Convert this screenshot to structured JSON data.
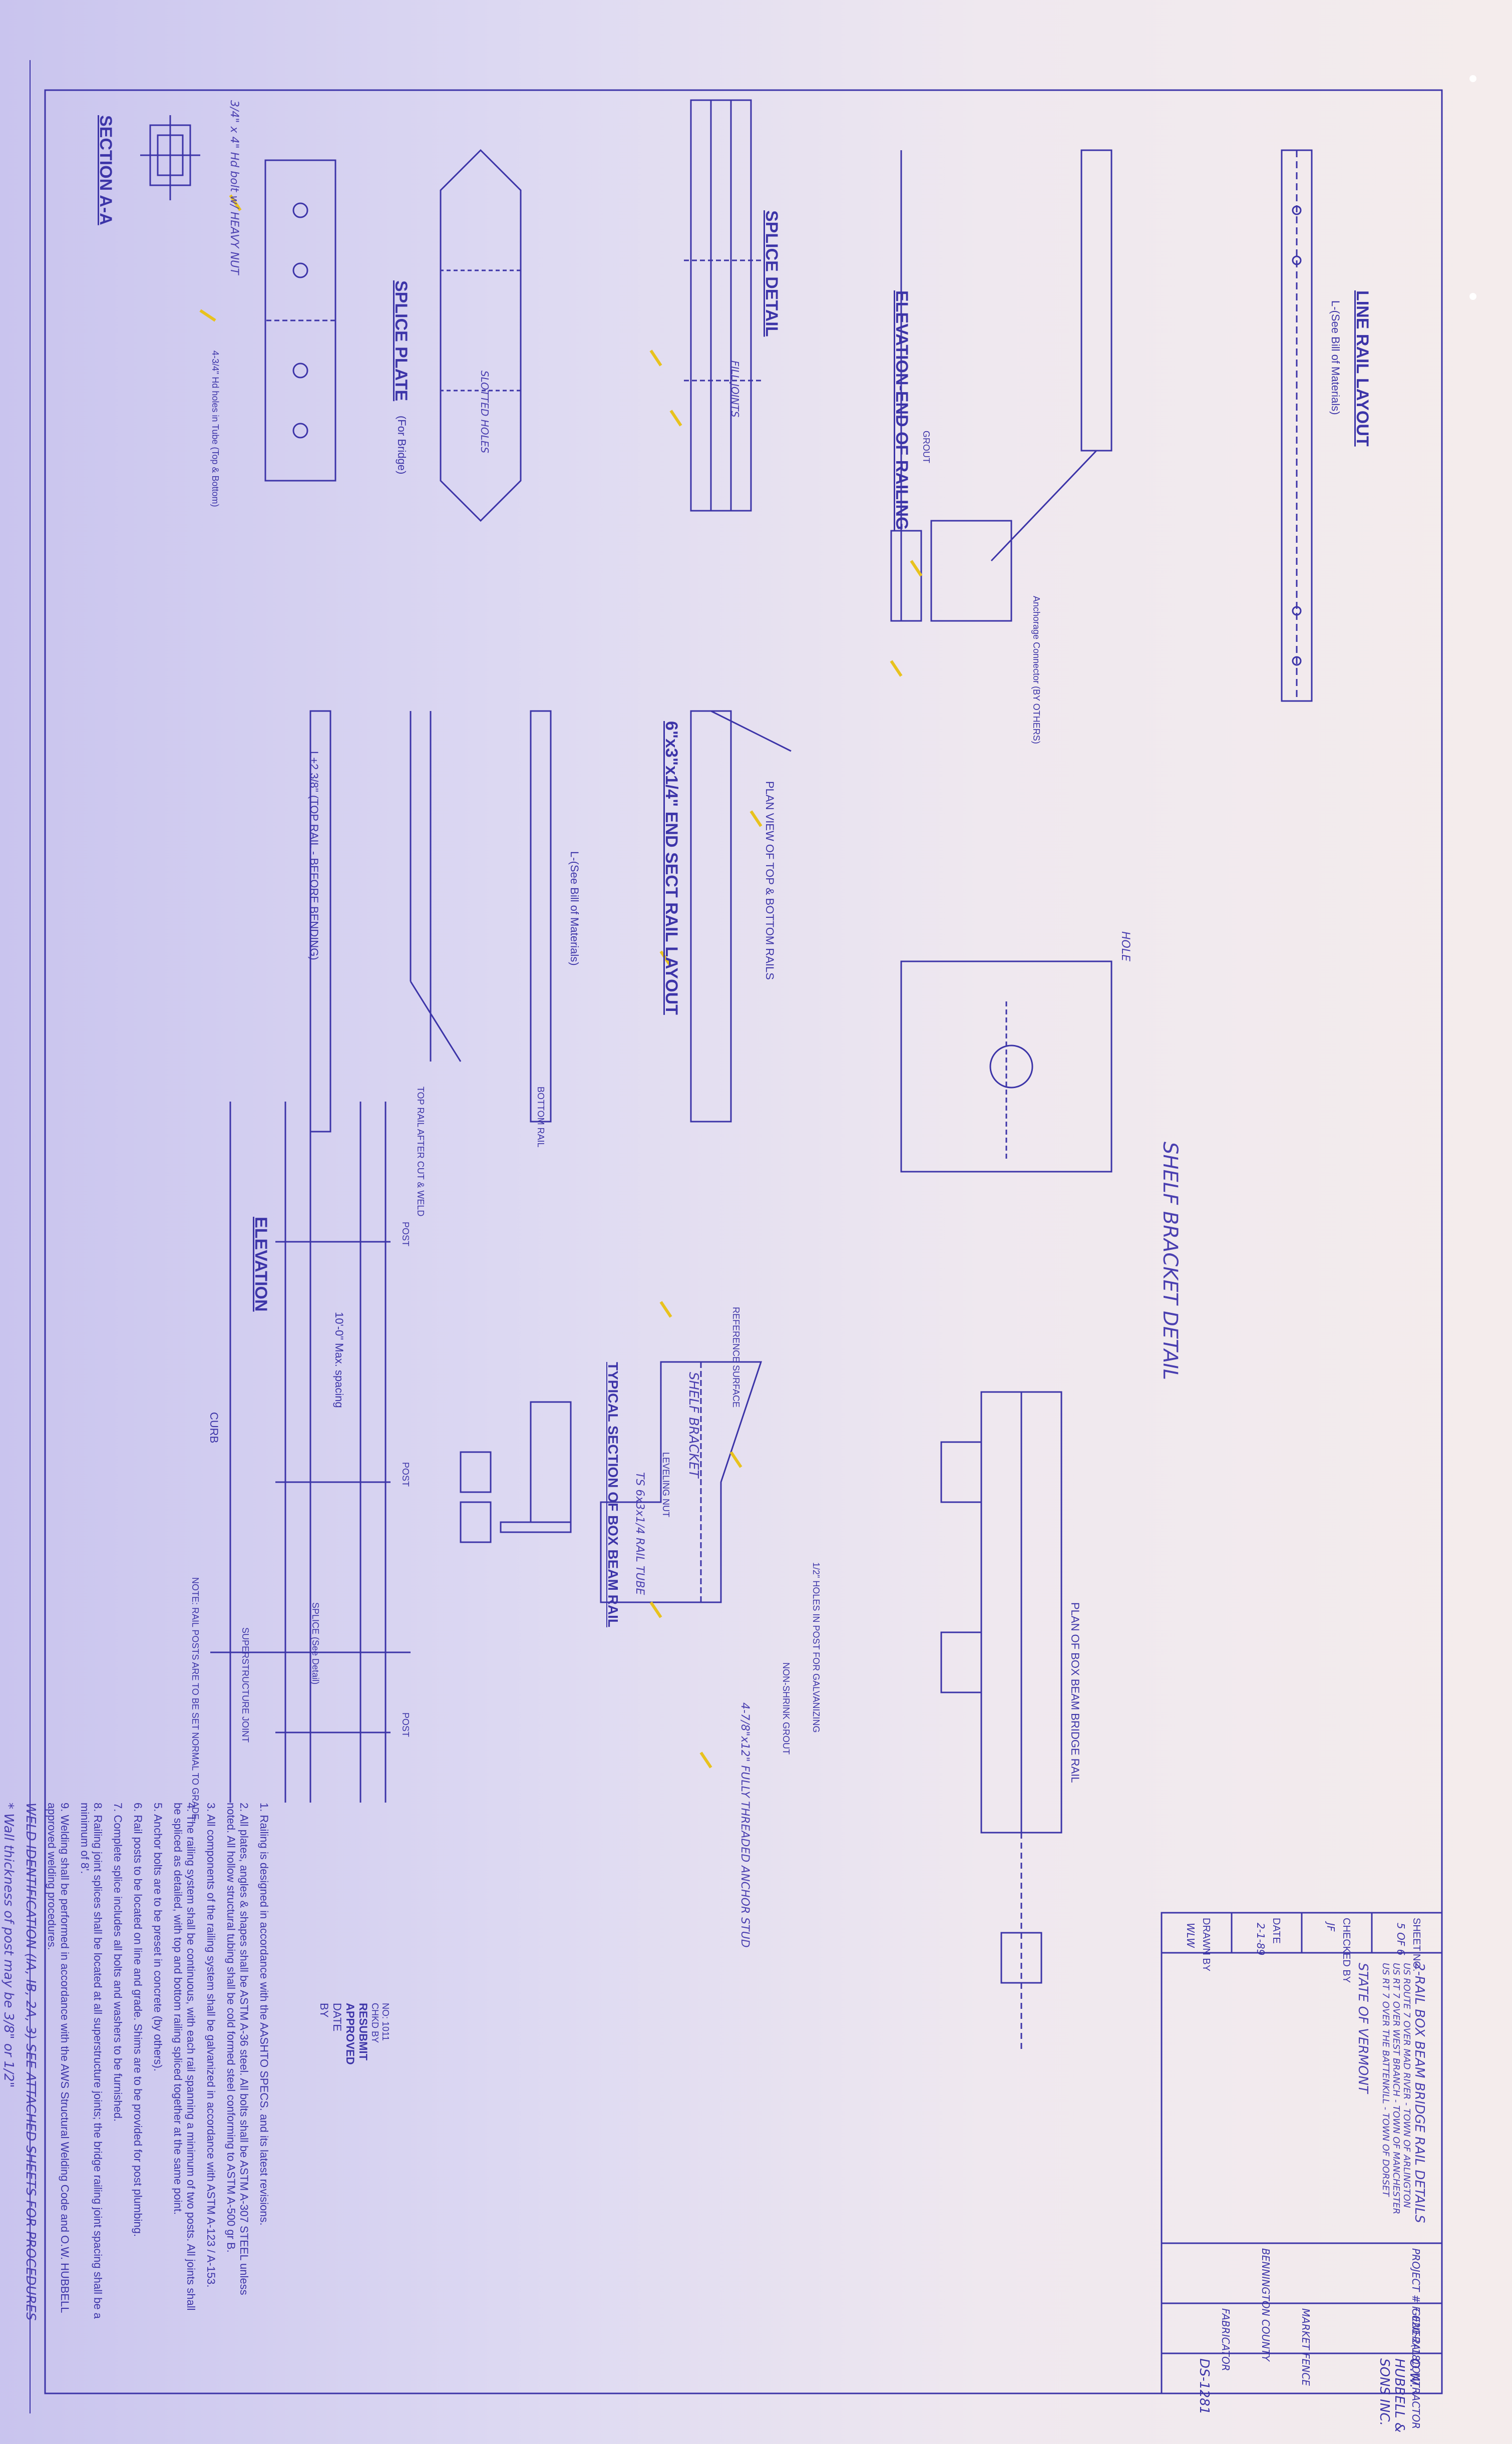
{
  "drawing": {
    "views": {
      "section_aa": "SECTION  A-A",
      "splice_plate": "SPLICE PLATE",
      "splice_plate_sub": "(For Bridge)",
      "splice_detail": "SPLICE DETAIL",
      "elevation_end": "ELEVATION-END OF RAILING",
      "line_rail": "LINE RAIL LAYOUT",
      "end_sect": "6\"x3\"x1/4\" END SECT RAIL LAYOUT",
      "elevation": "ELEVATION",
      "typical_section": "TYPICAL SECTION OF BOX BEAM RAIL",
      "plan_box": "PLAN OF BOX BEAM BRIDGE RAIL",
      "shelf_bracket": "SHELF BRACKET DETAIL"
    },
    "labels": {
      "top_rail_bending": "L+2 3/8\" (TOP RAIL - BEFORE BENDING)",
      "bill_materials": "L-(See Bill of Materials)",
      "plan_view_rails": "PLAN VIEW OF TOP & BOTTOM RAILS",
      "bottom_rail": "BOTTOM RAIL",
      "top_rail_after": "TOP RAIL AFTER CUT & WELD",
      "curb": "CURB",
      "min_spacing": "10'-0\" Max. spacing",
      "superstructure": "SUPERSTRUCTURE JOINT",
      "splice_see_detail": "SPLICE (See Detail)",
      "rail_posts_note": "NOTE: RAIL POSTS ARE TO BE SET NORMAL TO GRADE.",
      "post": "POST",
      "anchorage": "Anchorage Connector (BY OTHERS)",
      "non_shrink": "NON-SHRINK GROUT",
      "reference_surface": "REFERENCE SURFACE",
      "holes_galv": "1/2\" HOLES IN POST FOR GALVANIZING",
      "shelf_bracket_lbl": "SHELF BRACKET",
      "leveling_nut": "LEVELING NUT",
      "anchor_studs": "4-7/8\"x12\" FULLY THREADED ANCHOR STUD",
      "tube": "TS 6x3x1/4 RAIL TUBE",
      "hole": "HOLE",
      "grout": "GROUT",
      "fill_joints": "FILL JOINTS",
      "slotted": "SLOTTED HOLES",
      "twist_bolt": "3/4\" x 4\" Hd bolt w/ HEAVY NUT",
      "tube_top_bottom": "4-3/4\" Hd holes in Tube (Top & Bottom)"
    },
    "notes": [
      "1. Railing is designed in accordance with the AASHTO SPECS. and its latest revisions.",
      "2. All plates, angles & shapes shall be ASTM A-36 steel. All bolts shall be ASTM A-307 STEEL unless noted. All hollow structural tubing shall be cold formed steel conforming to ASTM A-500 gr B.",
      "3. All components of the railing system shall be galvanized in accordance with ASTM A-123 / A-153.",
      "4. The railing system shall be continuous, with each rail spanning a minimum of two posts. All joints shall be spliced as detailed, with top and bottom railing spliced together at the same point.",
      "5. Anchor bolts are to be preset in concrete (by others).",
      "6. Rail posts to be located on line and grade. Shims are to be provided for post plumbing.",
      "7. Complete splice includes all bolts and washers to be furnished.",
      "8. Railing joint splices shall be located at all superstructure joints; the bridge railing joint spacing shall be a minimum of 8'.",
      "9. Welding shall be performed in accordance with the AWS Structural Welding Code and O.W. HUBBELL approved welding procedures.",
      "WELD IDENTIFICATION (IA, IB, 2A, 3) SEE ATTACHED SHEETS FOR PROCEDURES",
      "* Wall thickness of post may be 3/8\" or 1/2\""
    ],
    "stamp": {
      "line1": "NO: 1011",
      "line2": "CHKD BY",
      "resubmit": "RESUBMIT",
      "approved": "APPROVED",
      "date": "DATE",
      "by": "BY"
    },
    "title_block": {
      "drawn_by_label": "DRAWN BY",
      "drawn_by": "WLW",
      "date_label": "DATE",
      "date": "2-1-89",
      "checked_label": "CHECKED BY",
      "checked": "JF",
      "sheet_label": "SHEET NO.",
      "sheet": "5 OF 6",
      "desc1": "2-RAIL BOX BEAM BRIDGE RAIL DETAILS",
      "desc2": "US ROUTE 7 OVER MAD RIVER - TOWN OF ARLINGTON",
      "desc3": "US RT 7 OVER WEST BRANCH - TOWN OF MANCHESTER",
      "desc4": "US RT 7 OVER THE BATTENKILL - TOWN OF DORSET",
      "state": "STATE OF VERMONT",
      "project": "PROJECT # F 020-2(18)",
      "county": "BENNINGTON COUNTY",
      "contractor": "GENERAL CONTRACTOR",
      "fence": "MARKET FENCE",
      "fabricator": "FABRICATOR",
      "company": "O.W. HUBBELL & SONS INC.",
      "dwg": "DS-1281"
    }
  }
}
